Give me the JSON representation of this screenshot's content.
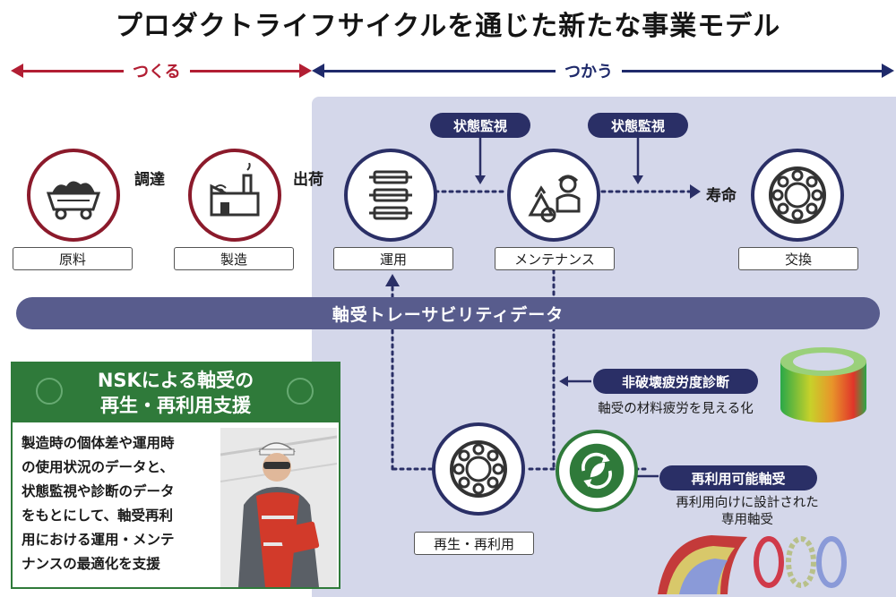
{
  "title": "プロダクトライフサイクルを通じた新たな事業モデル",
  "phases": {
    "make": "つくる",
    "use": "つかう"
  },
  "colors": {
    "make": "#b21e33",
    "use": "#1f2a6b",
    "green": "#2f7a3a"
  },
  "nodes": {
    "raw": "原料",
    "manufacturing": "製造",
    "operation": "運用",
    "maintenance": "メンテナンス",
    "replacement": "交換",
    "reuse": "再生・再利用"
  },
  "flow": {
    "procure": "調達",
    "ship": "出荷",
    "lifespan": "寿命"
  },
  "monitoring": [
    "状態監視",
    "状態監視"
  ],
  "traceability": "軸受トレーサビリティデータ",
  "support": {
    "title_line1": "NSKによる軸受の",
    "title_line2": "再生・再利用支援",
    "body": [
      "製造時の個体差や運用時",
      "の使用状況のデータと、",
      "状態監視や診断のデータ",
      "をもとにして、軸受再利",
      "用における運用・メンテ",
      "ナンスの最適化を支援"
    ]
  },
  "diagnosis": {
    "label": "非破壊疲労度診断",
    "desc": "軸受の材料疲労を見える化"
  },
  "reusable": {
    "label": "再利用可能軸受",
    "desc_line1": "再利用向けに設計された",
    "desc_line2": "専用軸受"
  },
  "icons": [
    "mine-cart-icon",
    "factory-icon",
    "rollers-icon",
    "maintenance-worker-icon",
    "bearing-icon",
    "recycle-leaf-icon",
    "worker-illustration",
    "heatmap-ring-icon",
    "bearing-parts-icon"
  ]
}
